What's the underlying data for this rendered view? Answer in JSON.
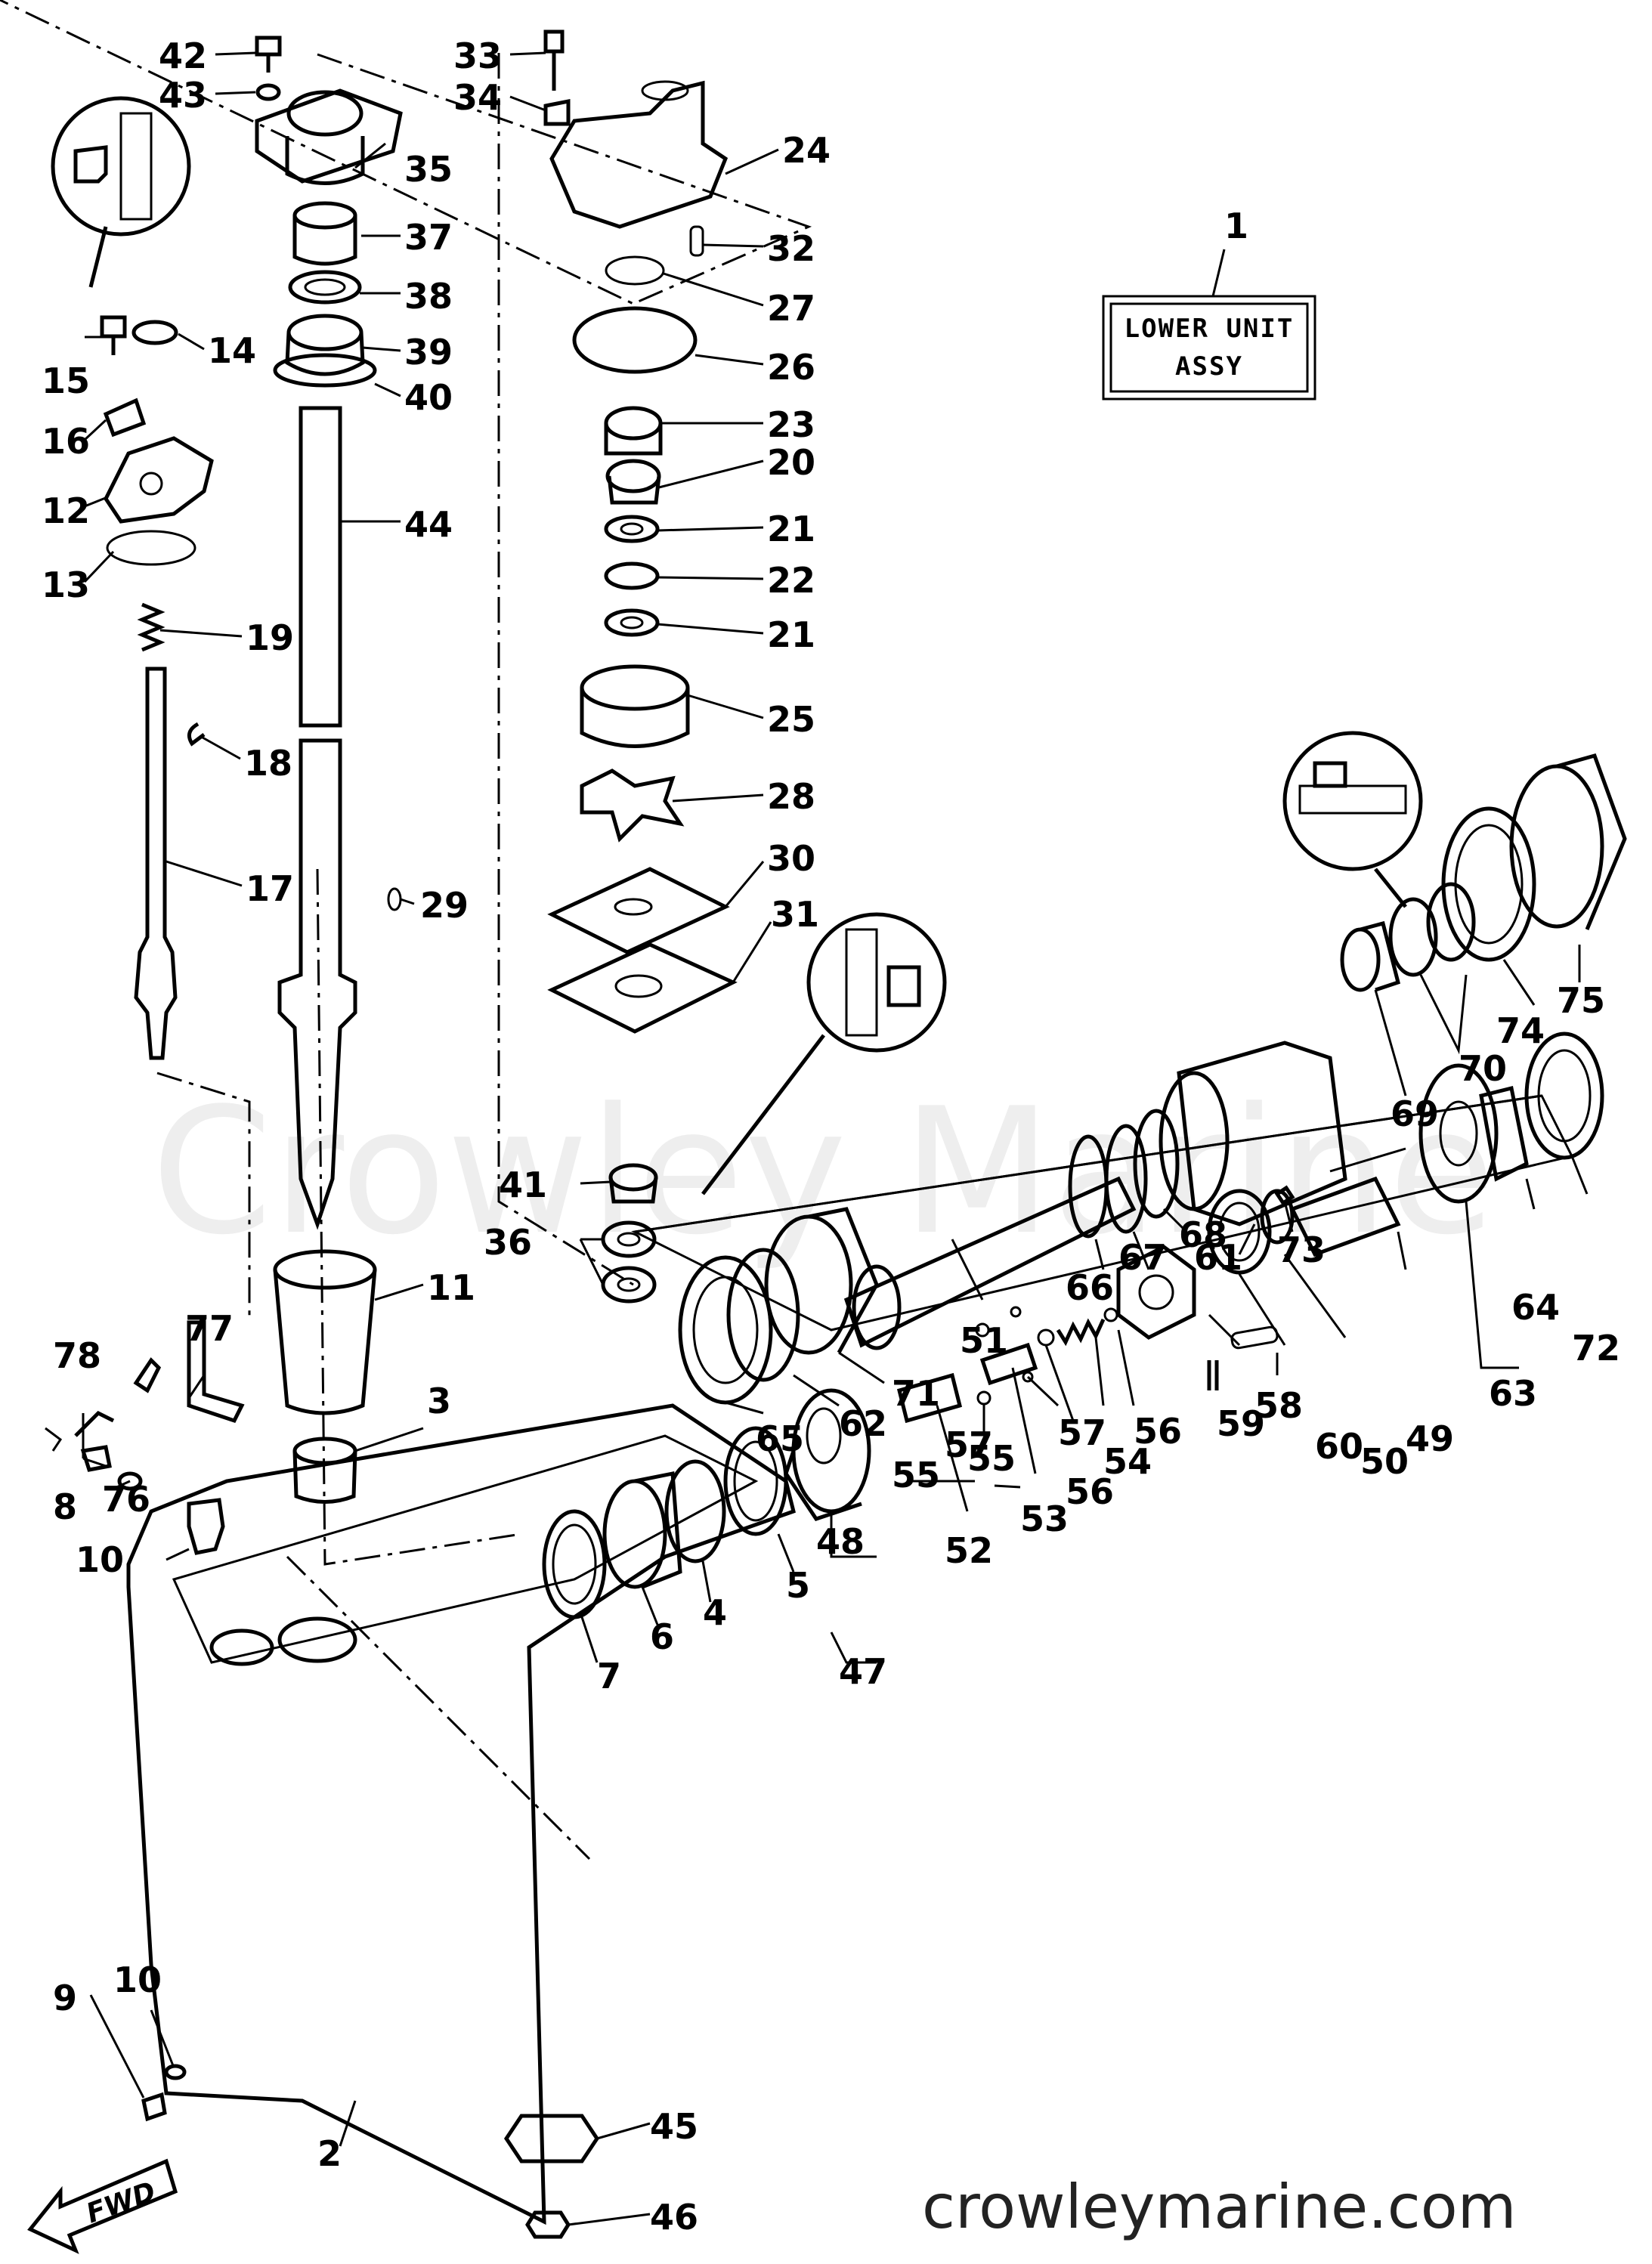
{
  "watermark": "Crowley Marine",
  "site": "crowleymarine.com",
  "title_box": {
    "line1": "LOWER UNIT",
    "line2": "ASSY",
    "ref": "1"
  },
  "fwd_label": "FWD",
  "callouts": [
    {
      "id": "42",
      "text": "42"
    },
    {
      "id": "43",
      "text": "43"
    },
    {
      "id": "33",
      "text": "33"
    },
    {
      "id": "34",
      "text": "34"
    },
    {
      "id": "24",
      "text": "24"
    },
    {
      "id": "35",
      "text": "35"
    },
    {
      "id": "37",
      "text": "37"
    },
    {
      "id": "32",
      "text": "32"
    },
    {
      "id": "38",
      "text": "38"
    },
    {
      "id": "27",
      "text": "27"
    },
    {
      "id": "14",
      "text": "14"
    },
    {
      "id": "15",
      "text": "15"
    },
    {
      "id": "39",
      "text": "39"
    },
    {
      "id": "26",
      "text": "26"
    },
    {
      "id": "40",
      "text": "40"
    },
    {
      "id": "16",
      "text": "16"
    },
    {
      "id": "23",
      "text": "23"
    },
    {
      "id": "12",
      "text": "12"
    },
    {
      "id": "20",
      "text": "20"
    },
    {
      "id": "44",
      "text": "44"
    },
    {
      "id": "21a",
      "text": "21"
    },
    {
      "id": "13",
      "text": "13"
    },
    {
      "id": "22",
      "text": "22"
    },
    {
      "id": "19",
      "text": "19"
    },
    {
      "id": "21b",
      "text": "21"
    },
    {
      "id": "25",
      "text": "25"
    },
    {
      "id": "18",
      "text": "18"
    },
    {
      "id": "28",
      "text": "28"
    },
    {
      "id": "30",
      "text": "30"
    },
    {
      "id": "17",
      "text": "17"
    },
    {
      "id": "29",
      "text": "29"
    },
    {
      "id": "31",
      "text": "31"
    },
    {
      "id": "75",
      "text": "75"
    },
    {
      "id": "74",
      "text": "74"
    },
    {
      "id": "70",
      "text": "70"
    },
    {
      "id": "69",
      "text": "69"
    },
    {
      "id": "41",
      "text": "41"
    },
    {
      "id": "36",
      "text": "36"
    },
    {
      "id": "73",
      "text": "73"
    },
    {
      "id": "61",
      "text": "61"
    },
    {
      "id": "68",
      "text": "68"
    },
    {
      "id": "67",
      "text": "67"
    },
    {
      "id": "66",
      "text": "66"
    },
    {
      "id": "11",
      "text": "11"
    },
    {
      "id": "51",
      "text": "51"
    },
    {
      "id": "64",
      "text": "64"
    },
    {
      "id": "72",
      "text": "72"
    },
    {
      "id": "71",
      "text": "71"
    },
    {
      "id": "62",
      "text": "62"
    },
    {
      "id": "65",
      "text": "65"
    },
    {
      "id": "63",
      "text": "63"
    },
    {
      "id": "78",
      "text": "78"
    },
    {
      "id": "77",
      "text": "77"
    },
    {
      "id": "3",
      "text": "3"
    },
    {
      "id": "49",
      "text": "49"
    },
    {
      "id": "50",
      "text": "50"
    },
    {
      "id": "60",
      "text": "60"
    },
    {
      "id": "57a",
      "text": "57"
    },
    {
      "id": "55a",
      "text": "55"
    },
    {
      "id": "58",
      "text": "58"
    },
    {
      "id": "76",
      "text": "76"
    },
    {
      "id": "59",
      "text": "59"
    },
    {
      "id": "56a",
      "text": "56"
    },
    {
      "id": "54",
      "text": "54"
    },
    {
      "id": "57b",
      "text": "57"
    },
    {
      "id": "56b",
      "text": "56"
    },
    {
      "id": "55b",
      "text": "55"
    },
    {
      "id": "53",
      "text": "53"
    },
    {
      "id": "8",
      "text": "8"
    },
    {
      "id": "10a",
      "text": "10"
    },
    {
      "id": "48",
      "text": "48"
    },
    {
      "id": "52",
      "text": "52"
    },
    {
      "id": "47",
      "text": "47"
    },
    {
      "id": "5",
      "text": "5"
    },
    {
      "id": "4",
      "text": "4"
    },
    {
      "id": "6",
      "text": "6"
    },
    {
      "id": "7",
      "text": "7"
    },
    {
      "id": "10b",
      "text": "10"
    },
    {
      "id": "9",
      "text": "9"
    },
    {
      "id": "45",
      "text": "45"
    },
    {
      "id": "2",
      "text": "2"
    },
    {
      "id": "46",
      "text": "46"
    }
  ]
}
